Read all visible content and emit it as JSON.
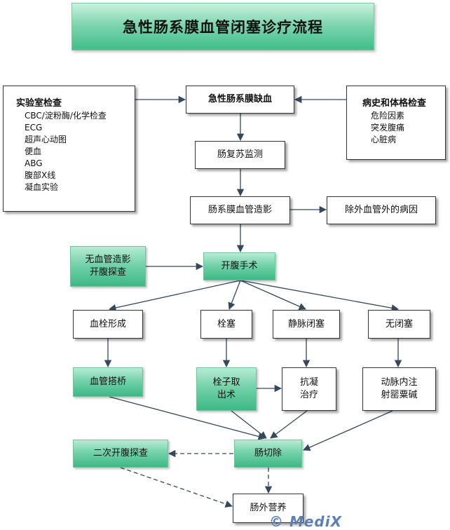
{
  "title": "急性肠系膜血管闭塞诊疗流程",
  "lab_panel": {
    "heading": "实验室检查",
    "items": [
      "CBC/淀粉酶/化学检查",
      "ECG",
      "超声心动图",
      "便血",
      "ABG",
      "腹部X线",
      "凝血实验"
    ]
  },
  "history_panel": {
    "heading": "病史和体格检查",
    "items": [
      "危险因素",
      "突发腹痛",
      "心脏病"
    ]
  },
  "nodes": {
    "ischemia": "急性肠系膜缺血",
    "resuscitation": "肠复苏监测",
    "angiography": "肠系膜血管造影",
    "non_vascular": "除外血管外的病因",
    "no_angio": "无血管造影\n开腹探查",
    "laparotomy": "开腹手术",
    "thrombosis": "血栓形成",
    "embolism": "栓塞",
    "venous": "静脉闭塞",
    "non_occlusive": "无闭塞",
    "bypass": "血管搭桥",
    "embolectomy": "栓子取\n出术",
    "anticoag": "抗凝\n治疗",
    "papaverine": "动脉内注\n射罂粟碱",
    "second_look": "二次开腹探查",
    "resection": "肠切除",
    "parenteral": "肠外营养"
  },
  "watermark": "© MediX"
}
